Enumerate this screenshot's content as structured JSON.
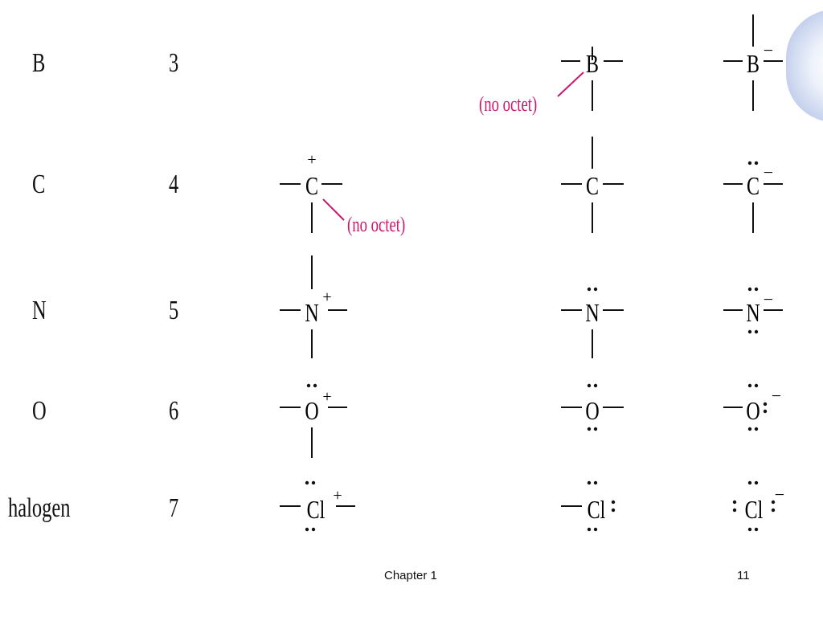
{
  "rows": [
    {
      "element": "B",
      "valence_electrons": "3"
    },
    {
      "element": "C",
      "valence_electrons": "4"
    },
    {
      "element": "N",
      "valence_electrons": "5"
    },
    {
      "element": "O",
      "valence_electrons": "6"
    },
    {
      "element": "halogen",
      "valence_electrons": "7"
    }
  ],
  "structures": {
    "boron_neutral": {
      "atom": "B",
      "charge": "",
      "note": "(no octet)"
    },
    "boron_anion": {
      "atom": "B",
      "charge": "−"
    },
    "carbon_cation": {
      "atom": "C",
      "charge": "+",
      "note": "(no octet)"
    },
    "carbon_neutral": {
      "atom": "C",
      "charge": ""
    },
    "carbon_anion": {
      "atom": "C",
      "charge": "−"
    },
    "nitrogen_cation": {
      "atom": "N",
      "charge": "+"
    },
    "nitrogen_neutral": {
      "atom": "N",
      "charge": ""
    },
    "nitrogen_anion": {
      "atom": "N",
      "charge": "−"
    },
    "oxygen_cation": {
      "atom": "O",
      "charge": "+"
    },
    "oxygen_neutral": {
      "atom": "O",
      "charge": ""
    },
    "oxygen_anion": {
      "atom": "O",
      "charge": "−"
    },
    "chlorine_cation": {
      "atom": "Cl",
      "charge": "+"
    },
    "chlorine_neutral": {
      "atom": "Cl",
      "charge": ""
    },
    "chlorine_anion": {
      "atom": "Cl",
      "charge": "−"
    }
  },
  "footer": {
    "chapter": "Chapter 1",
    "page_number": "11"
  },
  "colors": {
    "annotation": "#c8196e",
    "text": "#111111",
    "corner_gradient": "#aebfe6"
  }
}
